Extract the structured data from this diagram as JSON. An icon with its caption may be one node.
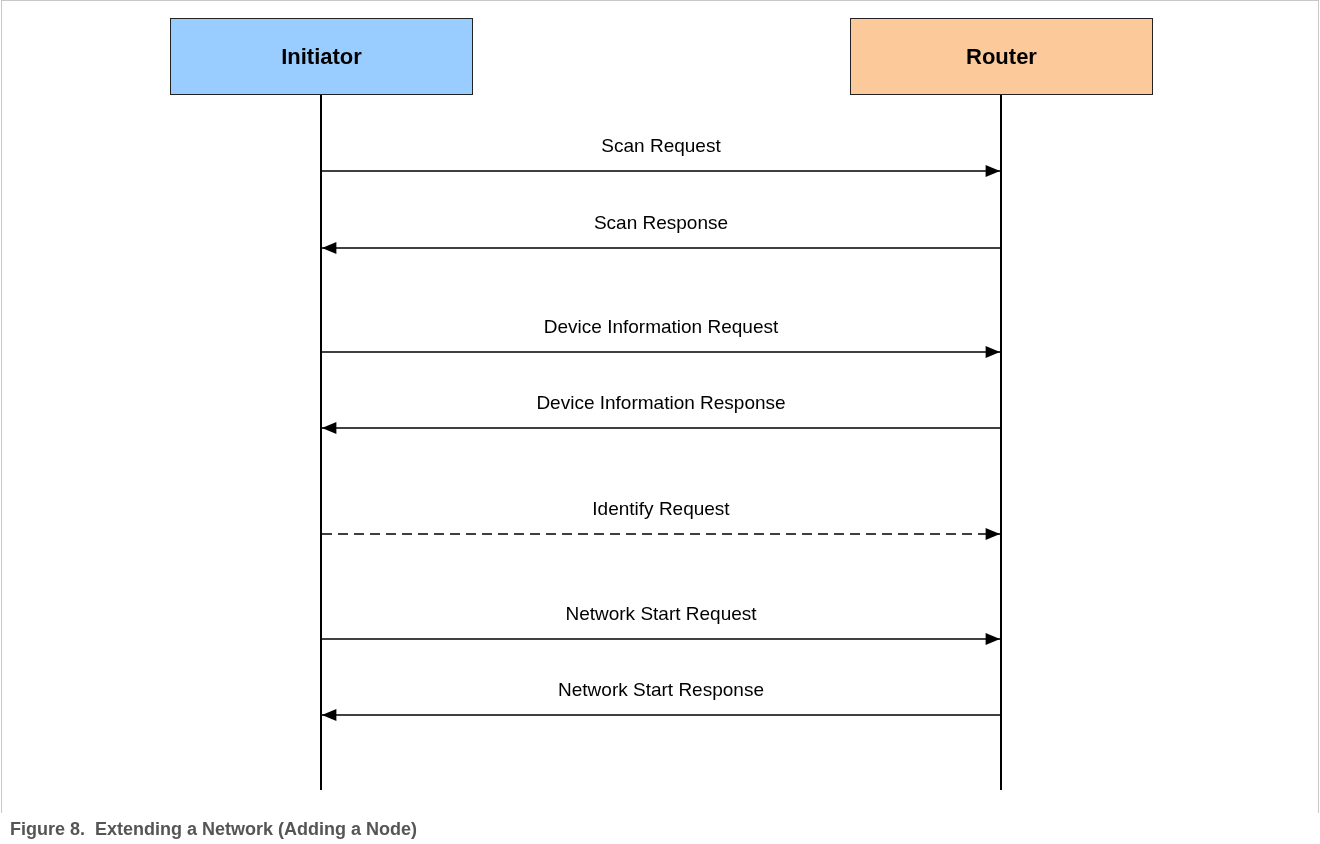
{
  "diagram": {
    "caption": "Figure 8.  Extending a Network (Adding a Node)",
    "nodes": [
      {
        "text": [
          "Initiator"
        ]
      },
      {
        "text": [
          "Router"
        ]
      },
      {
        "text": [],
        "shape": "bar"
      },
      {
        "text": [],
        "shape": "bar"
      }
    ],
    "edges": [
      {
        "from": 2,
        "to": 3,
        "arrow": "to",
        "label": "Scan Request"
      },
      {
        "from": 3,
        "to": 2,
        "arrow": "to",
        "label": "Scan Response"
      },
      {
        "from": 2,
        "to": 3,
        "arrow": "to",
        "label": "Device Information Request"
      },
      {
        "from": 3,
        "to": 2,
        "arrow": "to",
        "label": "Device Information Response"
      },
      {
        "from": 2,
        "to": 3,
        "arrow": "to",
        "label": "Identify Request",
        "style": "dashed"
      },
      {
        "from": 2,
        "to": 3,
        "arrow": "to",
        "label": "Network Start Request"
      },
      {
        "from": 3,
        "to": 2,
        "arrow": "to",
        "label": "Network Start Response"
      }
    ]
  }
}
